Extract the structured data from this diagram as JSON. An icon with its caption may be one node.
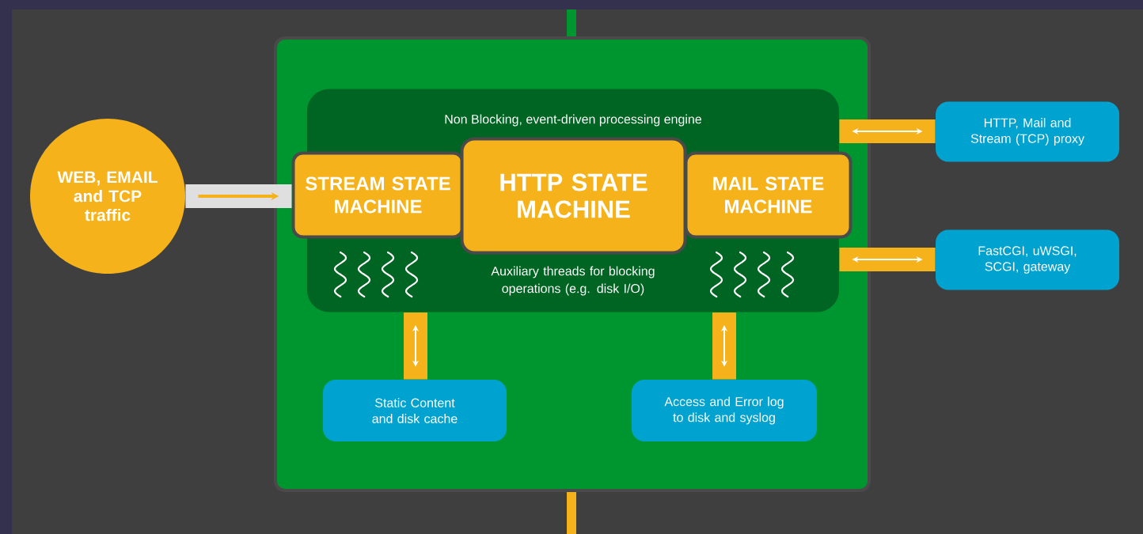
{
  "diagram": {
    "nodes": [
      {
        "text": [],
        "shape": "box"
      },
      {
        "text": [
          "Non Blocking, event-driven processing engine",
          "Auxiliary threads for blocking operations (e.g. disk I/O)"
        ],
        "in": 0
      },
      {
        "text": [
          "STREAM STATE MACHINE"
        ],
        "in": 1
      },
      {
        "text": [
          "HTTP STATE MACHINE"
        ],
        "in": 1
      },
      {
        "text": [
          "MAIL STATE MACHINE"
        ],
        "in": 1
      },
      {
        "text": [
          "WEB, EMAIL and TCP traffic"
        ]
      },
      {
        "text": [
          "HTTP, Mail and Stream (TCP) proxy"
        ]
      },
      {
        "text": [
          "FastCGI, uWSGI, SCGI, gateway"
        ]
      },
      {
        "text": [
          "Static Content and disk cache"
        ],
        "in": 0
      },
      {
        "text": [
          "Access and Error log to disk and syslog"
        ],
        "in": 0
      }
    ],
    "edges": [
      {
        "from": 5,
        "to": 2,
        "arrow": "to",
        "color": "#dfdfdf"
      },
      {
        "from": 1,
        "to": 6,
        "arrow": "both"
      },
      {
        "from": 1,
        "to": 7,
        "arrow": "both"
      },
      {
        "from": 1,
        "to": 8,
        "arrow": "both"
      },
      {
        "from": 1,
        "to": 9,
        "arrow": "both"
      }
    ]
  }
}
